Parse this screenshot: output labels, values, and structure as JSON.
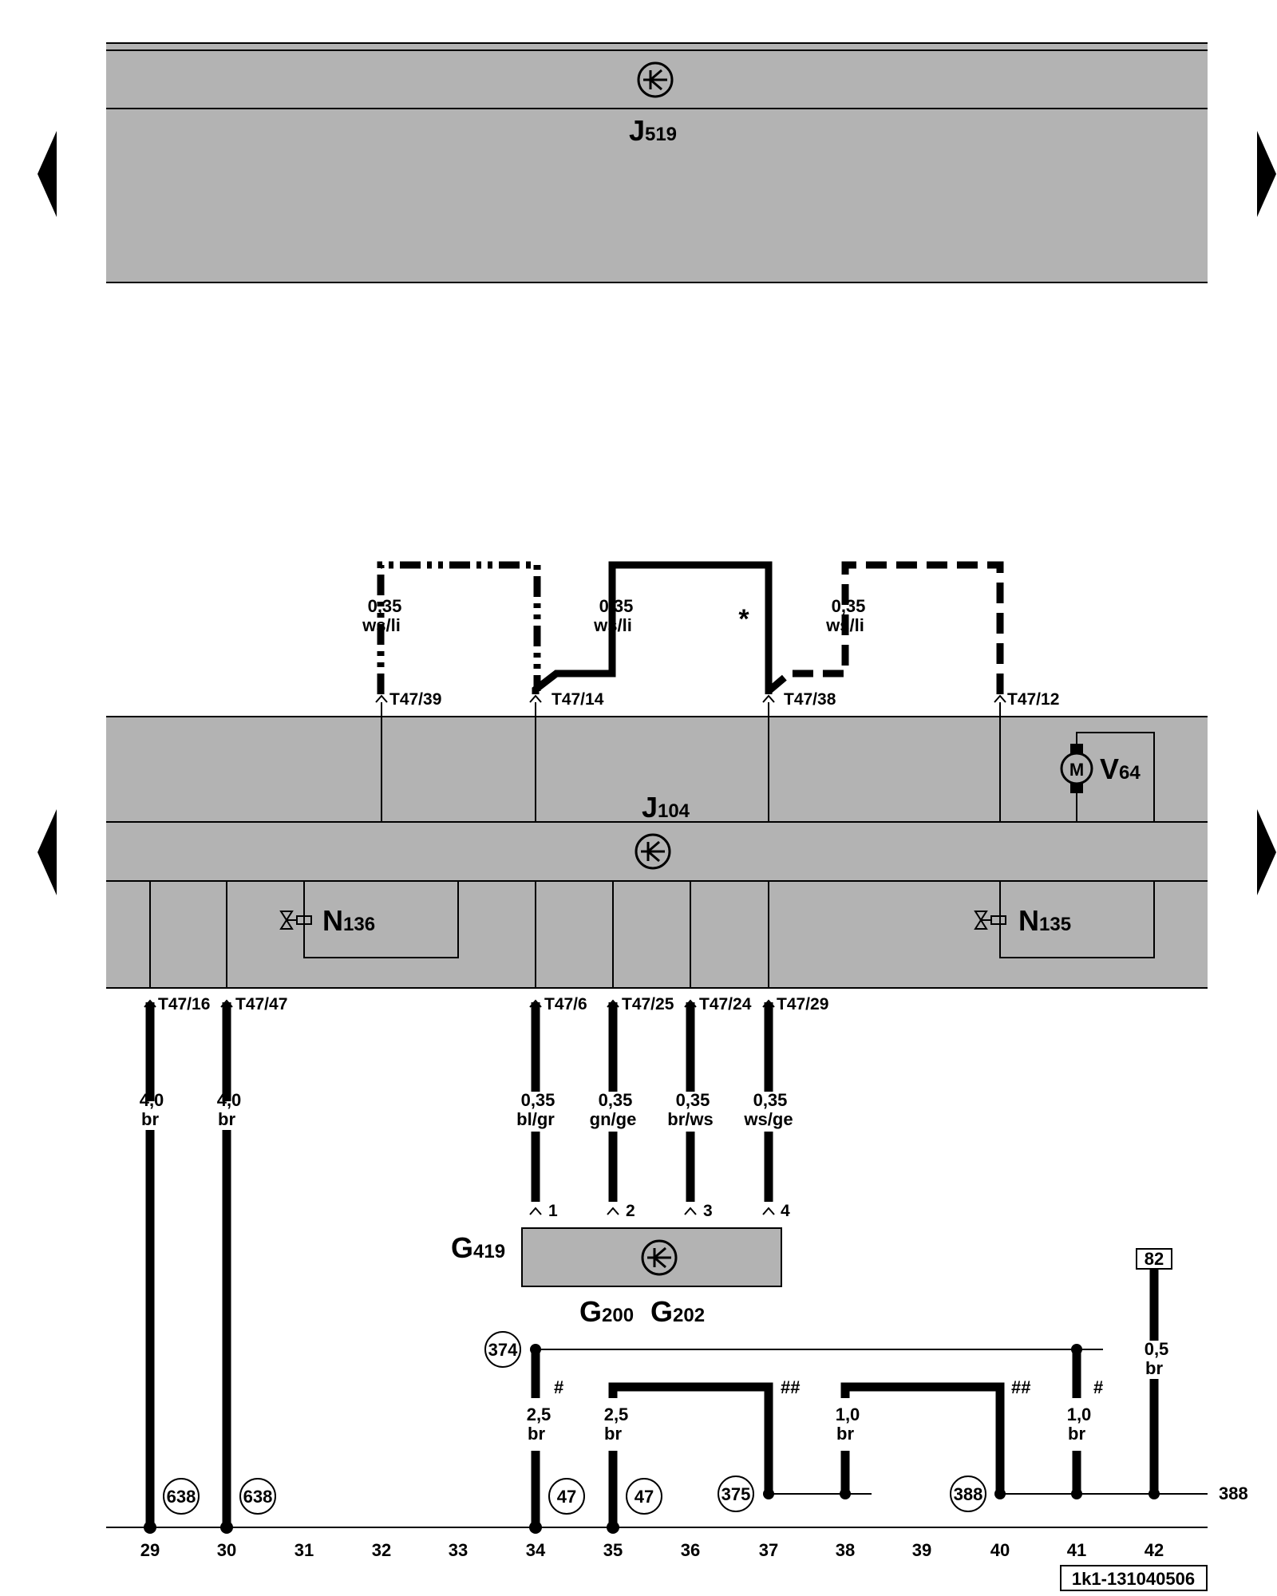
{
  "components": {
    "j519": {
      "letter": "J",
      "sub": "519"
    },
    "j104": {
      "letter": "J",
      "sub": "104"
    },
    "v64": {
      "letter": "V",
      "sub": "64"
    },
    "n136": {
      "letter": "N",
      "sub": "136"
    },
    "n135": {
      "letter": "N",
      "sub": "135"
    },
    "g419": {
      "letter": "G",
      "sub": "419"
    },
    "g200": {
      "letter": "G",
      "sub": "200"
    },
    "g202": {
      "letter": "G",
      "sub": "202"
    },
    "motor_symbol": "M"
  },
  "top_wires": [
    {
      "pin": "T47/39",
      "size": "0,35",
      "color": "ws/li"
    },
    {
      "pin": "T47/14",
      "size": "0,35",
      "color": "ws/li"
    },
    {
      "pin": "T47/38",
      "size": "0,35",
      "color": "ws/li"
    },
    {
      "pin": "T47/12",
      "size": "0,35",
      "color": "ws/li"
    }
  ],
  "star_note": "*",
  "bottom_wires": [
    {
      "pin": "T47/16",
      "size": "4,0",
      "color": "br"
    },
    {
      "pin": "T47/47",
      "size": "4,0",
      "color": "br"
    },
    {
      "pin": "T47/6",
      "size": "0,35",
      "color": "bl/gr",
      "sensor_pin": "1"
    },
    {
      "pin": "T47/25",
      "size": "0,35",
      "color": "gn/ge",
      "sensor_pin": "2"
    },
    {
      "pin": "T47/24",
      "size": "0,35",
      "color": "br/ws",
      "sensor_pin": "3"
    },
    {
      "pin": "T47/29",
      "size": "0,35",
      "color": "ws/ge",
      "sensor_pin": "4"
    }
  ],
  "ground_wires": [
    {
      "size": "2,5",
      "color": "br",
      "mark": "#"
    },
    {
      "size": "2,5",
      "color": "br",
      "mark": "##"
    },
    {
      "size": "1,0",
      "color": "br",
      "mark": "##"
    },
    {
      "size": "1,0",
      "color": "br",
      "mark": "#"
    },
    {
      "size": "0,5",
      "color": "br"
    }
  ],
  "circled_refs": [
    "638",
    "638",
    "47",
    "47",
    "375",
    "388",
    "374"
  ],
  "box_ref": "82",
  "ref_388_right": "388",
  "columns": [
    "29",
    "30",
    "31",
    "32",
    "33",
    "34",
    "35",
    "36",
    "37",
    "38",
    "39",
    "40",
    "41",
    "42"
  ],
  "doc_id": "1k1-131040506"
}
